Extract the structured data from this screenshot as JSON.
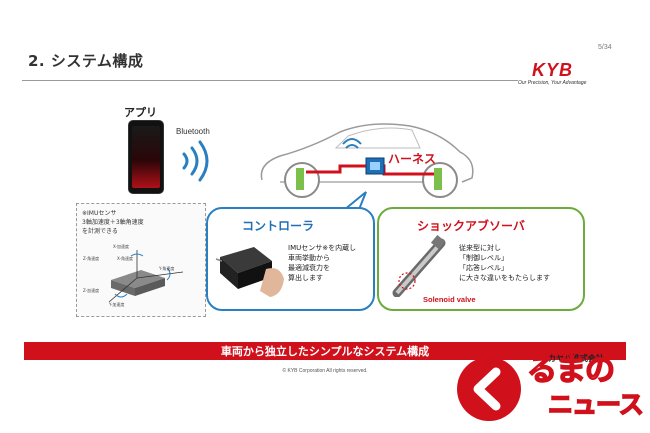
{
  "header": {
    "title": "2.  システム構成",
    "page": "5/34",
    "logo_text": "KYB",
    "logo_tagline": "Our Precision, Your Advantage"
  },
  "app": {
    "label": "アプリ",
    "bluetooth_label": "Bluetooth"
  },
  "car": {
    "harness_label": "ハーネス"
  },
  "imu": {
    "lines": [
      "※IMUセンサ",
      "3軸加速度＋3軸角速度",
      "を計測できる"
    ],
    "axes": [
      "X-加速度",
      "X-角速度",
      "Y-角速度",
      "Z-角速度",
      "Z-加速度",
      "Y-加速度"
    ]
  },
  "controller": {
    "title": "コントローラ",
    "lines": [
      "IMUセンサ※を内蔵し",
      "車両挙動から",
      "最適減衰力を",
      "算出します"
    ]
  },
  "shock": {
    "title": "ショックアブソーバ",
    "lines": [
      "従来型に対し",
      "「制御レベル」",
      "「応答レベル」",
      "に大きな違いをもたらします"
    ],
    "solenoid_label": "Solenoid valve"
  },
  "footer": {
    "banner": "車両から独立したシンプルなシステム構成",
    "copyright": "© KYB Corporation All rights reserved.",
    "company": "カヤバ株式会社"
  },
  "watermark": {
    "top": "るまの",
    "bottom": "ニュース"
  },
  "colors": {
    "kyb_red": "#d0101b",
    "controller_blue": "#2a7fc0",
    "shock_green": "#6cab3c"
  }
}
